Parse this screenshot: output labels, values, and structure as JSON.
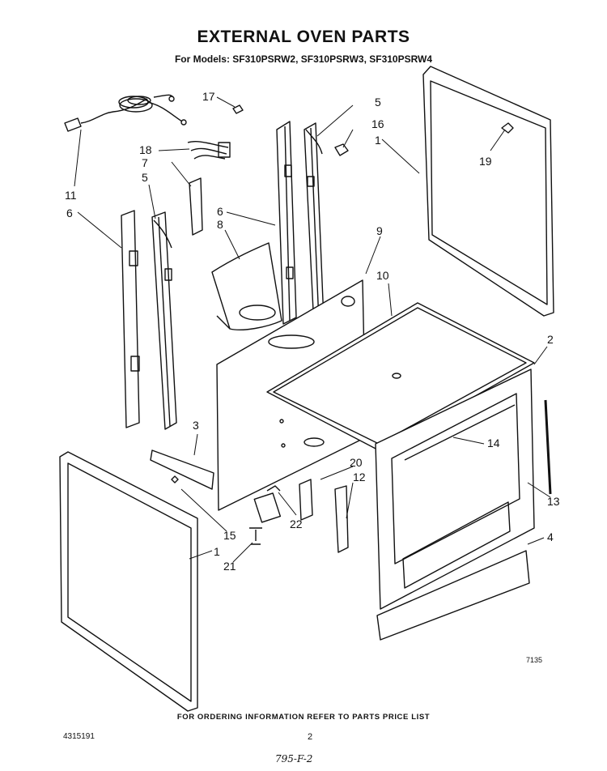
{
  "header": {
    "title": "EXTERNAL OVEN PARTS",
    "subtitle": "For Models: SF310PSRW2, SF310PSRW3, SF310PSRW4"
  },
  "diagram": {
    "code": "7135",
    "callouts": {
      "c1_right": "1",
      "c1_left": "1",
      "c2": "2",
      "c3": "3",
      "c4": "4",
      "c5_right": "5",
      "c5_left": "5",
      "c6_right": "6",
      "c6_left": "6",
      "c7": "7",
      "c8": "8",
      "c9": "9",
      "c10": "10",
      "c11": "11",
      "c12": "12",
      "c13": "13",
      "c14": "14",
      "c15": "15",
      "c16": "16",
      "c17": "17",
      "c18": "18",
      "c19": "19",
      "c20": "20",
      "c21": "21",
      "c22": "22"
    }
  },
  "footer": {
    "ordering_note": "FOR ORDERING INFORMATION REFER TO PARTS PRICE LIST",
    "part_number": "4315191",
    "page_number": "2",
    "handwritten": "795-F-2"
  }
}
